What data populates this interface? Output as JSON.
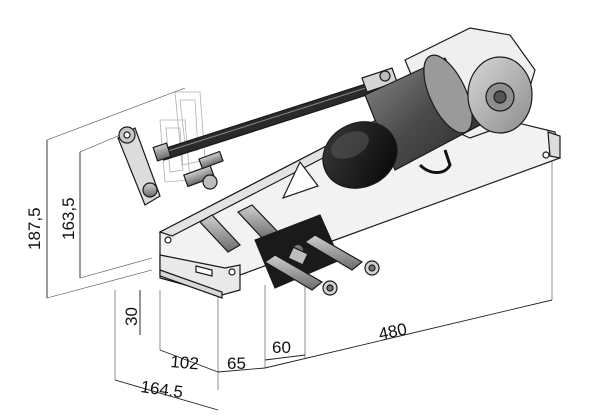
{
  "dimensions": {
    "height_outer": "187,5",
    "height_inner": "163,5",
    "offset_30": "30",
    "width_102": "102",
    "width_65": "65",
    "width_60": "60",
    "length_480": "480",
    "depth_164": "164.5"
  },
  "colors": {
    "line": "#1a1a1a",
    "metal_light": "#e6e6e6",
    "metal_mid": "#b9b9b9",
    "metal_dark": "#555555",
    "black_part": "#161616"
  }
}
